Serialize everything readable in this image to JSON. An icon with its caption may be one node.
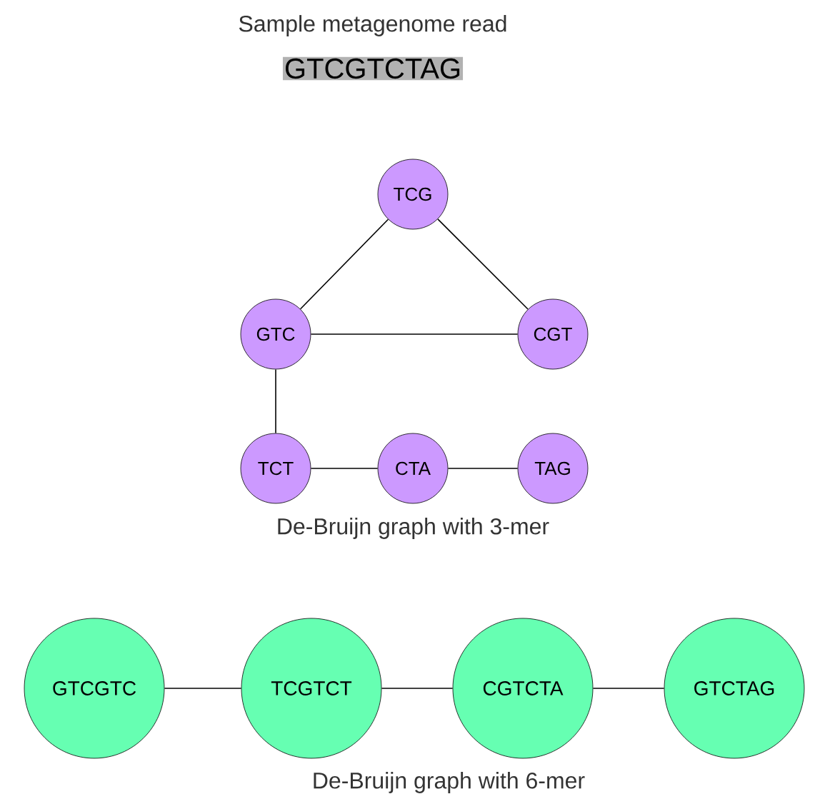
{
  "diagram": {
    "title": "Sample metagenome read",
    "nodes": [
      {
        "text": [
          "GTCGTCTAG"
        ]
      },
      {
        "text": [
          "TCG"
        ]
      },
      {
        "text": [
          "GTC"
        ]
      },
      {
        "text": [
          "CGT"
        ]
      },
      {
        "text": [
          "TCT"
        ]
      },
      {
        "text": [
          "CTA"
        ]
      },
      {
        "text": [
          "TAG"
        ]
      },
      {
        "text": [
          "GTCGTC"
        ]
      },
      {
        "text": [
          "TCGTCT"
        ]
      },
      {
        "text": [
          "CGTCTA"
        ]
      },
      {
        "text": [
          "GTCTAG"
        ]
      }
    ],
    "edges": [
      {
        "from": 1,
        "to": 2,
        "arrow": "none"
      },
      {
        "from": 1,
        "to": 3,
        "arrow": "none"
      },
      {
        "from": 2,
        "to": 3,
        "arrow": "none"
      },
      {
        "from": 2,
        "to": 4,
        "arrow": "none"
      },
      {
        "from": 4,
        "to": 5,
        "arrow": "none"
      },
      {
        "from": 5,
        "to": 6,
        "arrow": "none"
      },
      {
        "from": 7,
        "to": 8,
        "arrow": "none"
      },
      {
        "from": 8,
        "to": 9,
        "arrow": "none"
      },
      {
        "from": 9,
        "to": 10,
        "arrow": "none"
      }
    ],
    "labels": [
      "De-Bruijn graph with 3-mer",
      "De-Bruijn graph with 6-mer"
    ]
  }
}
